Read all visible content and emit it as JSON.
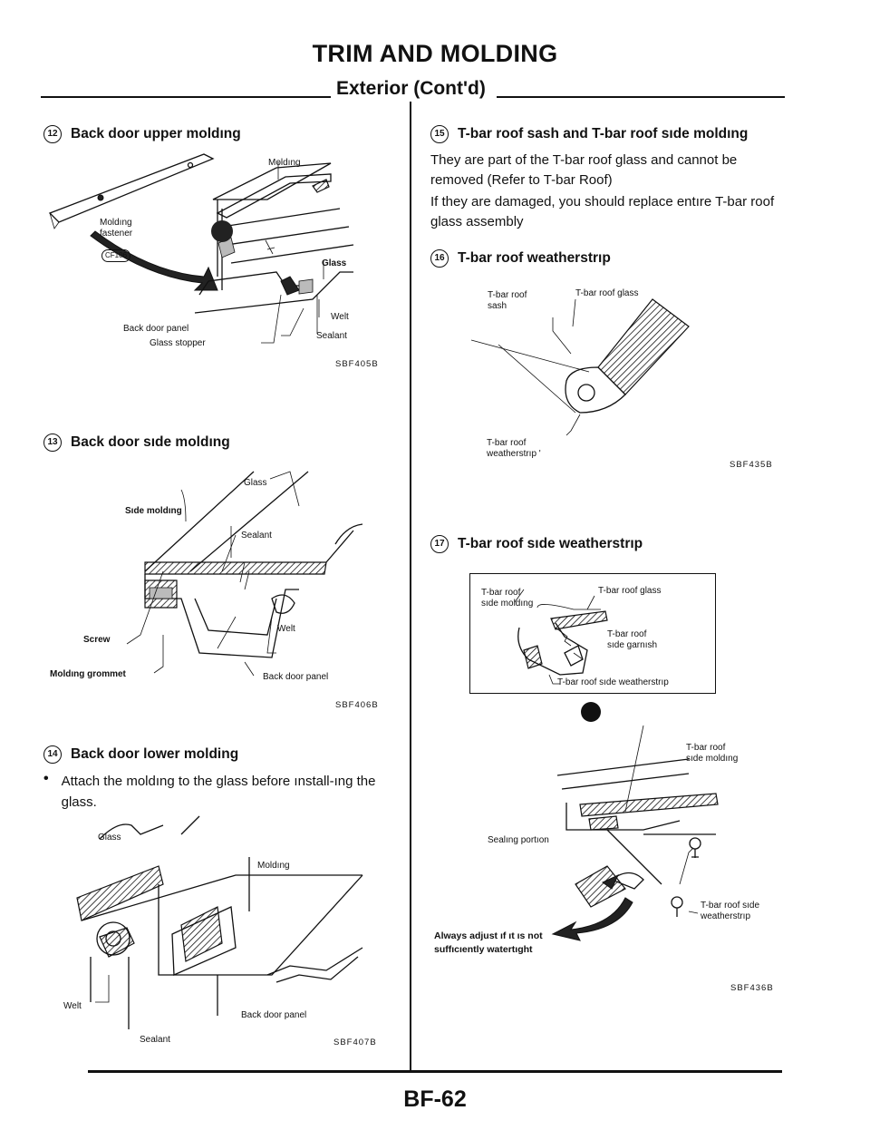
{
  "header": {
    "title": "TRIM AND MOLDING",
    "subtitle": "Exterior (Cont'd)"
  },
  "sections": {
    "s12": {
      "num": "12",
      "title": "Back door upper moldıng",
      "code": "SBF405B",
      "labels": {
        "molding": "Moldıng",
        "fastener": "Moldıng\nfastener",
        "cf": "CF106",
        "glass": "Glass",
        "welt": "Welt",
        "panel": "Back door panel",
        "stopper": "Glass stopper",
        "sealant": "Sealant"
      }
    },
    "s13": {
      "num": "13",
      "title": "Back door sıde moldıng",
      "code": "SBF406B",
      "labels": {
        "glass": "Glass",
        "side_molding": "Sıde moldıng",
        "sealant": "Sealant",
        "screw": "Screw",
        "welt": "Welt",
        "grommet": "Moldıng grommet",
        "panel": "Back door panel"
      }
    },
    "s14": {
      "num": "14",
      "title": "Back door lower molding",
      "bullet": "Attach the moldıng to the glass before ınstall-ıng the glass.",
      "code": "SBF407B",
      "labels": {
        "glass": "Glass",
        "molding": "Moldıng",
        "welt": "Welt",
        "panel": "Back door panel",
        "sealant": "Sealant"
      }
    },
    "s15": {
      "num": "15",
      "title": "T-bar roof sash and T-bar roof sıde moldıng",
      "paragraph1": "They are part of the T-bar roof glass and cannot be removed (Refer to T-bar Roof)",
      "paragraph2": "If they are damaged, you should replace entıre T-bar roof glass assembly"
    },
    "s16": {
      "num": "16",
      "title": "T-bar roof weatherstrıp",
      "code": "SBF435B",
      "labels": {
        "sash": "T-bar roof\nsash",
        "glass": "T-bar roof glass",
        "weatherstrip": "T-bar roof\nweatherstrıp '"
      }
    },
    "s17": {
      "num": "17",
      "title": "T-bar roof sıde weatherstrıp",
      "code": "SBF436B",
      "labels": {
        "side_molding": "T-bar roof\nsıde moldıng",
        "glass": "T-bar roof glass",
        "garnish": "T-bar roof\nsıde garnısh",
        "side_weatherstrip": "T-bar roof sıde weatherstrıp",
        "side_molding2": "T-bar roof\nsıde moldıng",
        "sealing": "Sealıng portıon",
        "side_weatherstrip2": "T-bar roof sıde\nweatherstrıp",
        "note": "Always adjust ıf ıt ıs not\nsuffıcıently watertıght"
      }
    }
  },
  "footer": {
    "page": "BF-62"
  }
}
